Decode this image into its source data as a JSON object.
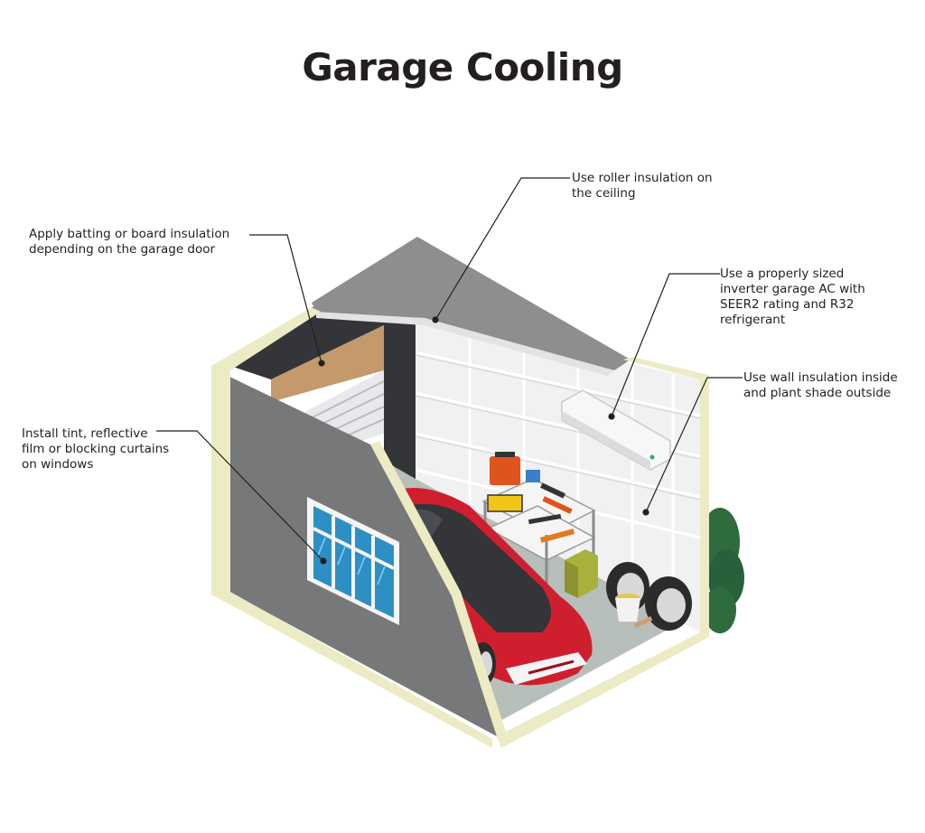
{
  "title": "Garage Cooling",
  "callouts": {
    "garage_door": [
      "Apply batting or board insulation",
      "depending on the garage door"
    ],
    "ceiling": [
      "Use roller insulation on",
      "the ceiling"
    ],
    "ac_unit": [
      "Use a properly sized",
      "inverter garage AC with",
      "SEER2 rating and R32",
      "refrigerant"
    ],
    "wall": [
      "Use wall insulation inside",
      "and plant shade outside"
    ],
    "windows": [
      "Install tint, reflective",
      "film or blocking curtains",
      "on windows"
    ]
  },
  "colors": {
    "wall_trim": "#ecebc4",
    "side_wall": "#77787a",
    "back_wall": "#f1f1f3",
    "roof": "#8d8e90",
    "floor": "#b7bfba",
    "car": "#cf1f2f",
    "window_glass": "#2e8fc4",
    "plant": "#2e6b3d",
    "leader_line": "#231f20"
  }
}
